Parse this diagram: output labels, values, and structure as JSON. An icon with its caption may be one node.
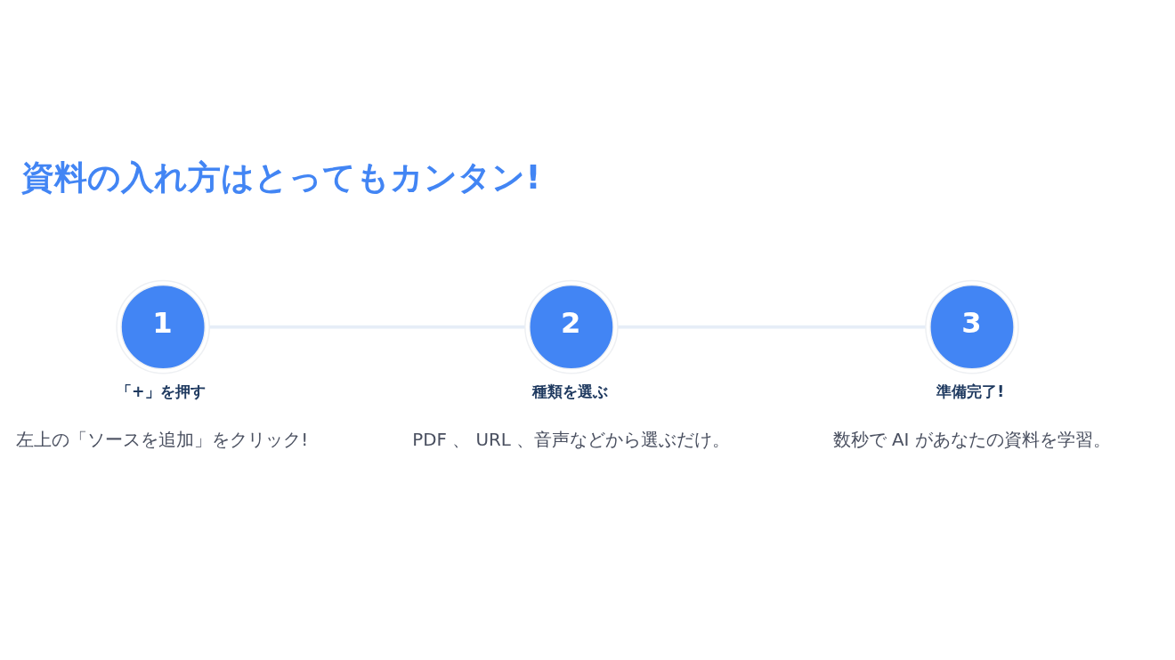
{
  "diagram": {
    "title": "資料の入れ方はとってもカンタン!",
    "nodes": [
      {
        "text": [
          "1"
        ],
        "beside": [
          "「+」を押す",
          "左上の「ソースを追加」をクリック!"
        ]
      },
      {
        "text": [
          "2"
        ],
        "beside": [
          "種類を選ぶ",
          "PDF 、 URL 、音声などから選ぶだけ。"
        ]
      },
      {
        "text": [
          "3"
        ],
        "beside": [
          "準備完了!",
          "数秒で AI があなたの資料を学習。"
        ]
      }
    ],
    "edges": [
      {
        "from": 0,
        "to": 1,
        "arrow": "none"
      },
      {
        "from": 1,
        "to": 2,
        "arrow": "none"
      }
    ]
  }
}
